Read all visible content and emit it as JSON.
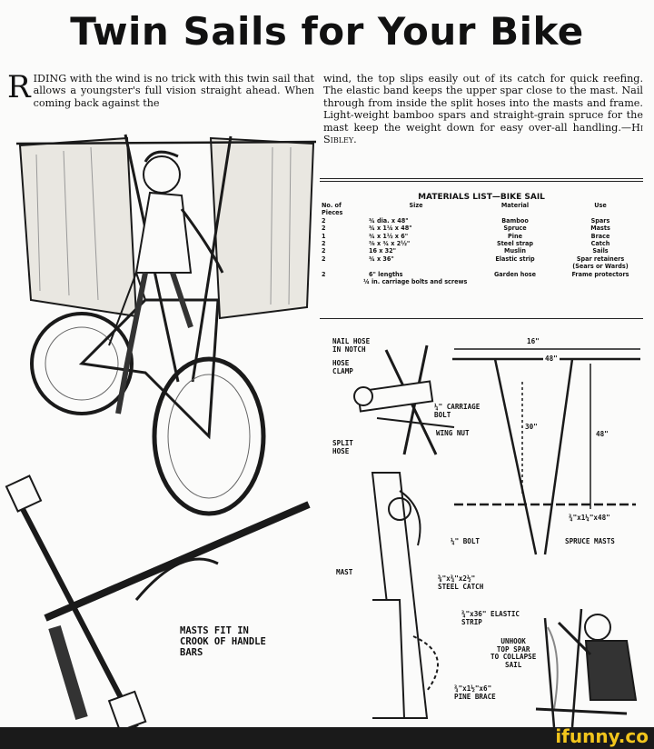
{
  "title": "Twin Sails for Your Bike",
  "article": {
    "dropcap": "R",
    "left_text": "IDING with the wind is no trick with this twin sail that allows a youngster's full vision straight ahead. When coming back against the",
    "right_text": "wind, the top slips easily out of its catch for quick reefing. The elastic band keeps the upper spar close to the mast. Nail through from inside the split hoses into the masts and frame. Light-weight bamboo spars and straight-grain spruce for the mast keep the weight down for easy over-all handling.—",
    "byline": "Hi Sibley."
  },
  "materials": {
    "title": "MATERIALS LIST—BIKE SAIL",
    "headers": {
      "pieces": "No. of Pieces",
      "size": "Size",
      "material": "Material",
      "use": "Use"
    },
    "rows": [
      {
        "pieces": "2",
        "size": "¾ dia. x 48\"",
        "material": "Bamboo",
        "use": "Spars"
      },
      {
        "pieces": "2",
        "size": "¾ x 1¼ x 48\"",
        "material": "Spruce",
        "use": "Masts"
      },
      {
        "pieces": "1",
        "size": "¾ x 1½ x 6\"",
        "material": "Pine",
        "use": "Brace"
      },
      {
        "pieces": "2",
        "size": "⅜ x ¾ x 2½\"",
        "material": "Steel strap",
        "use": "Catch"
      },
      {
        "pieces": "2",
        "size": "16 x 32\"",
        "material": "Muslin",
        "use": "Sails"
      },
      {
        "pieces": "2",
        "size": "¾ x 36\"",
        "material": "Elastic strip",
        "use": "Spar retainers"
      },
      {
        "pieces": "",
        "size": "",
        "material": "",
        "use": "(Sears or Wards)"
      },
      {
        "pieces": "2",
        "size": "6\" lengths",
        "material": "Garden hose",
        "use": "Frame protectors"
      }
    ],
    "footer": "¼ in. carriage bolts and screws"
  },
  "labels": {
    "nail_hose": "NAIL HOSE\nIN NOTCH",
    "hose_clamp": "HOSE\nCLAMP",
    "carriage_bolt": "¼\" CARRIAGE\nBOLT",
    "wing_nut": "WING NUT",
    "split_hose": "SPLIT\nHOSE",
    "dim_16": "16\"",
    "dim_48_top": "48\"",
    "dim_30": "30\"",
    "dim_48_side": "48\"",
    "spruce_size": "¾\"x1¼\"x48\"",
    "bolt": "¼\" BOLT",
    "spruce_masts": "SPRUCE MASTS",
    "mast": "MAST",
    "steel_catch": "⅜\"x¾\"x2½\"\nSTEEL CATCH",
    "elastic_strip": "¾\"x36\" ELASTIC\nSTRIP",
    "unhook": "UNHOOK\nTOP SPAR\nTO COLLAPSE\nSAIL",
    "pine_brace": "¾\"x1½\"x6\"\nPINE BRACE",
    "masts_fit": "MASTS FIT IN\nCROOK OF HANDLE\nBARS"
  },
  "watermark": "ifunny.co"
}
